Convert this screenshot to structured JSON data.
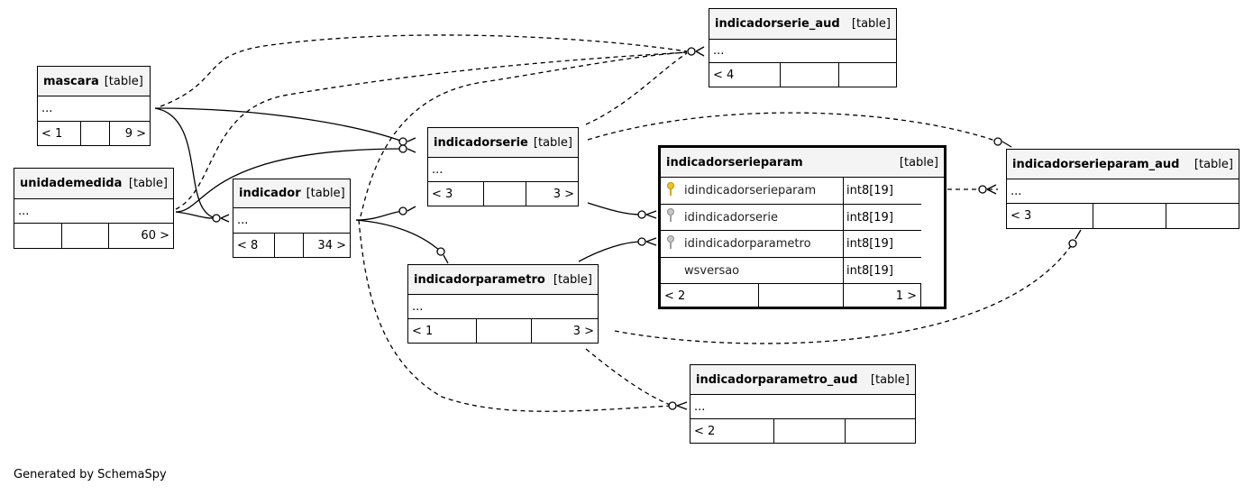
{
  "footer": "Generated by SchemaSpy",
  "tables": {
    "indicadorserie_aud": {
      "name": "indicadorserie_aud",
      "tag": "[table]",
      "ellipsis": "...",
      "left": "< 4",
      "right": ""
    },
    "mascara": {
      "name": "mascara",
      "tag": "[table]",
      "ellipsis": "...",
      "left": "< 1",
      "right": "9 >"
    },
    "unidademedida": {
      "name": "unidademedida",
      "tag": "[table]",
      "ellipsis": "...",
      "left": "",
      "right": "60 >"
    },
    "indicador": {
      "name": "indicador",
      "tag": "[table]",
      "ellipsis": "...",
      "left": "< 8",
      "right": "34 >"
    },
    "indicadorserie": {
      "name": "indicadorserie",
      "tag": "[table]",
      "ellipsis": "...",
      "left": "< 3",
      "right": "3 >"
    },
    "indicadorparametro": {
      "name": "indicadorparametro",
      "tag": "[table]",
      "ellipsis": "...",
      "left": "< 1",
      "right": "3 >"
    },
    "indicadorserieparam_aud": {
      "name": "indicadorserieparam_aud",
      "tag": "[table]",
      "ellipsis": "...",
      "left": "< 3",
      "right": ""
    },
    "indicadorparametro_aud": {
      "name": "indicadorparametro_aud",
      "tag": "[table]",
      "ellipsis": "...",
      "left": "< 2",
      "right": ""
    },
    "indicadorserieparam": {
      "name": "indicadorserieparam",
      "tag": "[table]",
      "columns": [
        {
          "name": "idindicadorserieparam",
          "type": "int8[19]",
          "key": "primary"
        },
        {
          "name": "idindicadorserie",
          "type": "int8[19]",
          "key": "foreign"
        },
        {
          "name": "idindicadorparametro",
          "type": "int8[19]",
          "key": "foreign"
        },
        {
          "name": "wsversao",
          "type": "int8[19]",
          "key": "none"
        }
      ],
      "left": "< 2",
      "right": "1 >"
    }
  }
}
